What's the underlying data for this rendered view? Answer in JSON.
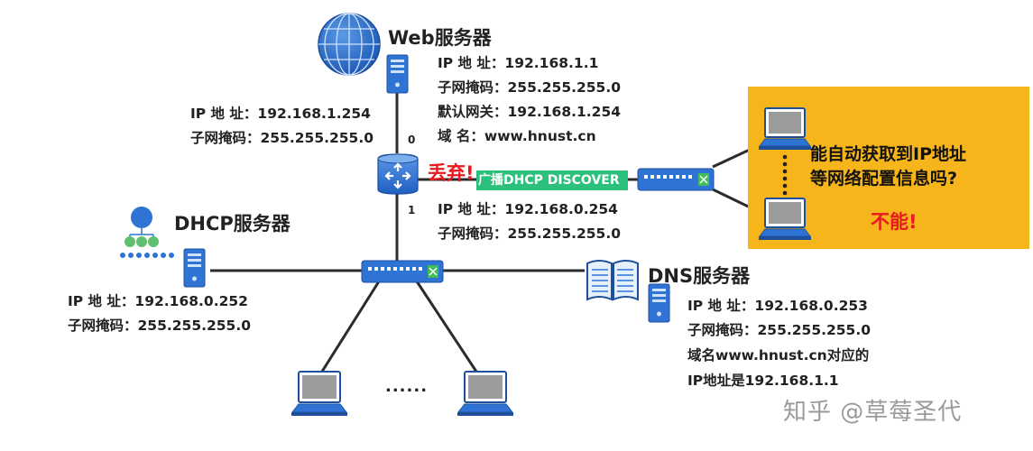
{
  "web_server": {
    "title": "Web服务器",
    "lines": [
      "IP 地  址：192.168.1.1",
      "子网掩码：255.255.255.0",
      "默认网关：192.168.1.254",
      "域      名：www.hnust.cn"
    ]
  },
  "router": {
    "if0": {
      "port": "0",
      "lines": [
        "IP 地  址：192.168.1.254",
        "子网掩码：255.255.255.0"
      ]
    },
    "if1": {
      "port": "1",
      "lines": [
        "IP 地  址：192.168.0.254",
        "子网掩码：255.255.255.0"
      ]
    }
  },
  "dhcp_server": {
    "title": "DHCP服务器",
    "lines": [
      "IP 地  址：192.168.0.252",
      "子网掩码：255.255.255.0"
    ]
  },
  "dns_server": {
    "title": "DNS服务器",
    "lines": [
      "IP 地  址：192.168.0.253",
      "子网掩码：255.255.255.0",
      "域名www.hnust.cn对应的",
      "IP地址是192.168.1.1"
    ]
  },
  "broadcast": {
    "label": "广播DHCP DISCOVER",
    "discard": "丢弃!"
  },
  "question_panel": {
    "question_lines": [
      "能自动获取到IP地址",
      "等网络配置信息吗?"
    ],
    "answer": "不能!"
  },
  "bottom_ellipsis": "......",
  "watermark": "知乎 @草莓圣代",
  "colors": {
    "device_blue": "#2d6fcf",
    "panel": "#f6b51a",
    "alert_red": "#e8191f",
    "broadcast_green": "#2bc07c"
  }
}
